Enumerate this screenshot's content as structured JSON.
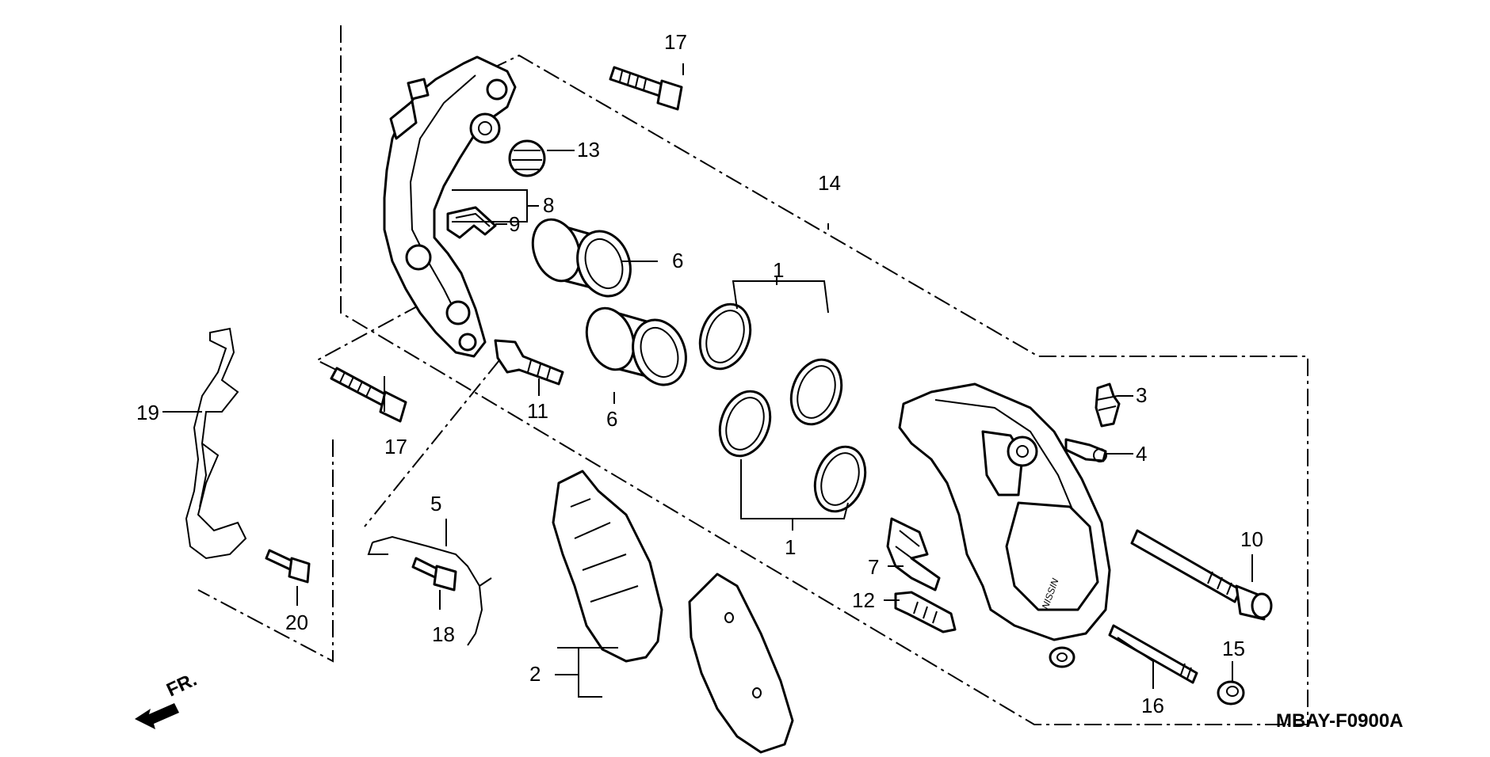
{
  "diagram": {
    "code": "MBAY-F0900A",
    "direction_label": "FR.",
    "callouts": {
      "c1a": "1",
      "c1b": "1",
      "c2": "2",
      "c3": "3",
      "c4": "4",
      "c5": "5",
      "c6a": "6",
      "c6b": "6",
      "c7": "7",
      "c8": "8",
      "c9": "9",
      "c10": "10",
      "c11": "11",
      "c12": "12",
      "c13": "13",
      "c14": "14",
      "c15": "15",
      "c16": "16",
      "c17a": "17",
      "c17b": "17",
      "c18": "18",
      "c19": "19",
      "c20": "20"
    }
  }
}
